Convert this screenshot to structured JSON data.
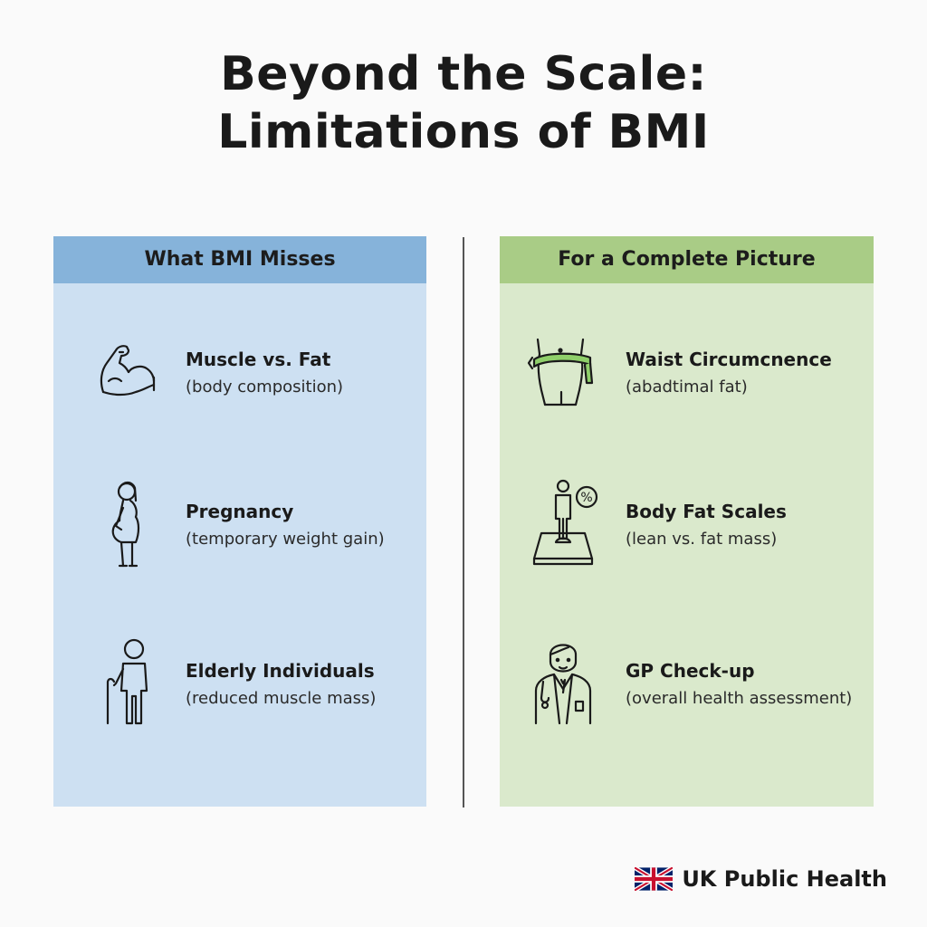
{
  "title": {
    "line1": "Beyond the Scale:",
    "line2": "Limitations of BMI"
  },
  "left_panel": {
    "heading": "What BMI Misses",
    "items": [
      {
        "icon": "flexed-arm-icon",
        "label": "Muscle vs. Fat",
        "sub": "(body composition)"
      },
      {
        "icon": "pregnant-woman-icon",
        "label": "Pregnancy",
        "sub": "(temporary weight gain)"
      },
      {
        "icon": "elderly-person-with-cane-icon",
        "label": "Elderly Individuals",
        "sub": "(reduced muscle mass)"
      }
    ]
  },
  "right_panel": {
    "heading": "For a Complete Picture",
    "items": [
      {
        "icon": "waist-tape-measure-icon",
        "label": "Waist Circumcnence",
        "sub": "(abadtimal fat)"
      },
      {
        "icon": "body-fat-scale-icon",
        "label": "Body Fat Scales",
        "sub": "(lean vs. fat mass)"
      },
      {
        "icon": "doctor-icon",
        "label": "GP Check-up",
        "sub": "(overall health assessment)"
      }
    ]
  },
  "footer": {
    "flag_icon": "uk-flag-icon",
    "brand": "UK Public Health"
  },
  "colors": {
    "left_panel_bg": "#cde0f2",
    "left_header_bg": "#86b3da",
    "right_panel_bg": "#dae9cc",
    "right_header_bg": "#a9cc86",
    "tape_green": "#8fcf6a"
  }
}
